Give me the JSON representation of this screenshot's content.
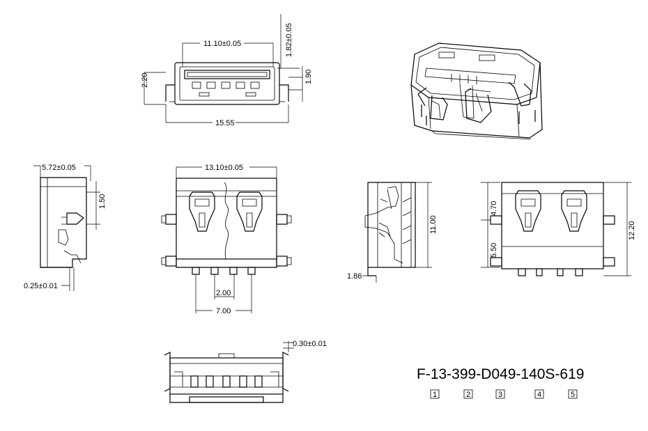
{
  "part_number": "F-13-399-D049-140S-619",
  "dimensions": {
    "top_width": "11.10±0.05",
    "top_height": "1.82±0.05",
    "top_left": "2.20",
    "top_right": "1.90",
    "top_overall": "15.55",
    "side_depth": "5.72±0.05",
    "side_pin": "1.50",
    "side_thickness": "0.25±0.01",
    "front_width": "13.10±0.05",
    "pin_pitch": "2.00",
    "pin_span": "7.00",
    "section_height": "11.00",
    "section_offset": "1.86",
    "rear_upper": "4.70",
    "rear_lower": "5.50",
    "rear_total": "12.20",
    "bottom_plate": "0.30±0.01"
  },
  "revision_boxes": [
    "1",
    "2",
    "3",
    "4",
    "5"
  ]
}
